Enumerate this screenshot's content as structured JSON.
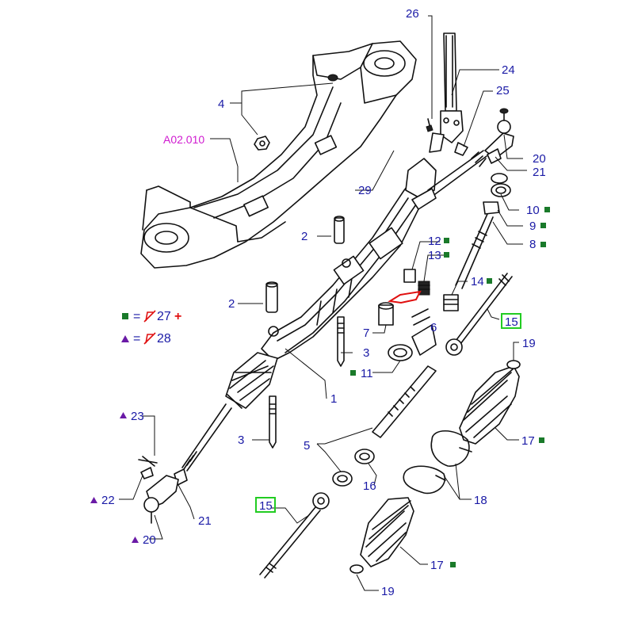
{
  "diagram": {
    "callouts": {
      "p1": "1",
      "p2a": "2",
      "p2b": "2",
      "p3a": "3",
      "p3b": "3",
      "p4": "4",
      "p5": "5",
      "p6": "6",
      "p7": "7",
      "p8": "8",
      "p9": "9",
      "p10": "10",
      "p11": "11",
      "p12": "12",
      "p13": "13",
      "p14": "14",
      "p15a": "15",
      "p15b": "15",
      "p16": "16",
      "p17a": "17",
      "p17b": "17",
      "p18": "18",
      "p19a": "19",
      "p19b": "19",
      "p20a": "20",
      "p20b": "20",
      "p21a": "21",
      "p21b": "21",
      "p22": "22",
      "p23": "23",
      "p24": "24",
      "p25": "25",
      "p26": "26",
      "p29": "29"
    },
    "reference": "A02.010",
    "legend": {
      "square_ref": "27",
      "square_plus": "+",
      "triangle_ref": "28",
      "equals": "="
    },
    "colors": {
      "label": "#1a1aa6",
      "reference": "#d01bd0",
      "square_marker": "#1a7a2a",
      "triangle_marker": "#6a1aa6",
      "highlight_box": "#22cc22",
      "no_symbol": "#e01010",
      "arrow": "#e01010"
    }
  }
}
